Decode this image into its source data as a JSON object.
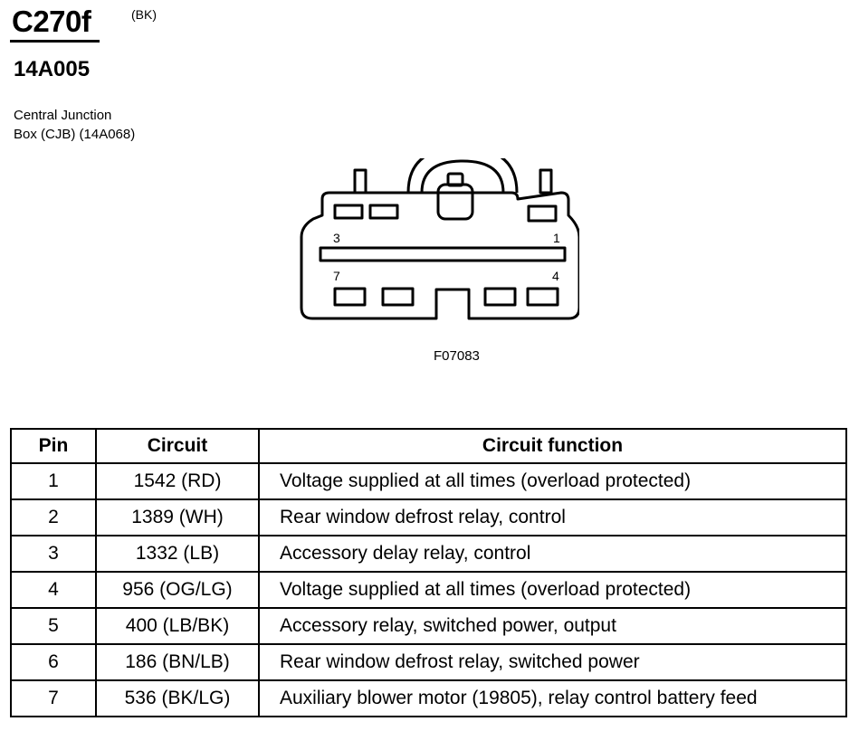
{
  "connector": {
    "id": "C270f",
    "color_code": "(BK)",
    "part_number": "14A005",
    "location_line1": "Central Junction",
    "location_line2": "Box (CJB) (14A068)"
  },
  "diagram": {
    "pin_labels": {
      "top_left": "3",
      "top_right": "1",
      "bottom_left": "7",
      "bottom_right": "4"
    },
    "figure_id": "F07083"
  },
  "table": {
    "headers": [
      "Pin",
      "Circuit",
      "Circuit function"
    ],
    "rows": [
      {
        "pin": "1",
        "circuit": "1542 (RD)",
        "function": "Voltage supplied at all times (overload protected)"
      },
      {
        "pin": "2",
        "circuit": "1389 (WH)",
        "function": "Rear window defrost relay, control"
      },
      {
        "pin": "3",
        "circuit": "1332 (LB)",
        "function": "Accessory delay relay, control"
      },
      {
        "pin": "4",
        "circuit": "956 (OG/LG)",
        "function": "Voltage supplied at all times (overload protected)"
      },
      {
        "pin": "5",
        "circuit": "400 (LB/BK)",
        "function": "Accessory relay, switched power, output"
      },
      {
        "pin": "6",
        "circuit": "186 (BN/LB)",
        "function": "Rear window defrost relay, switched power"
      },
      {
        "pin": "7",
        "circuit": "536 (BK/LG)",
        "function": "Auxiliary blower motor (19805), relay control battery feed"
      }
    ]
  }
}
